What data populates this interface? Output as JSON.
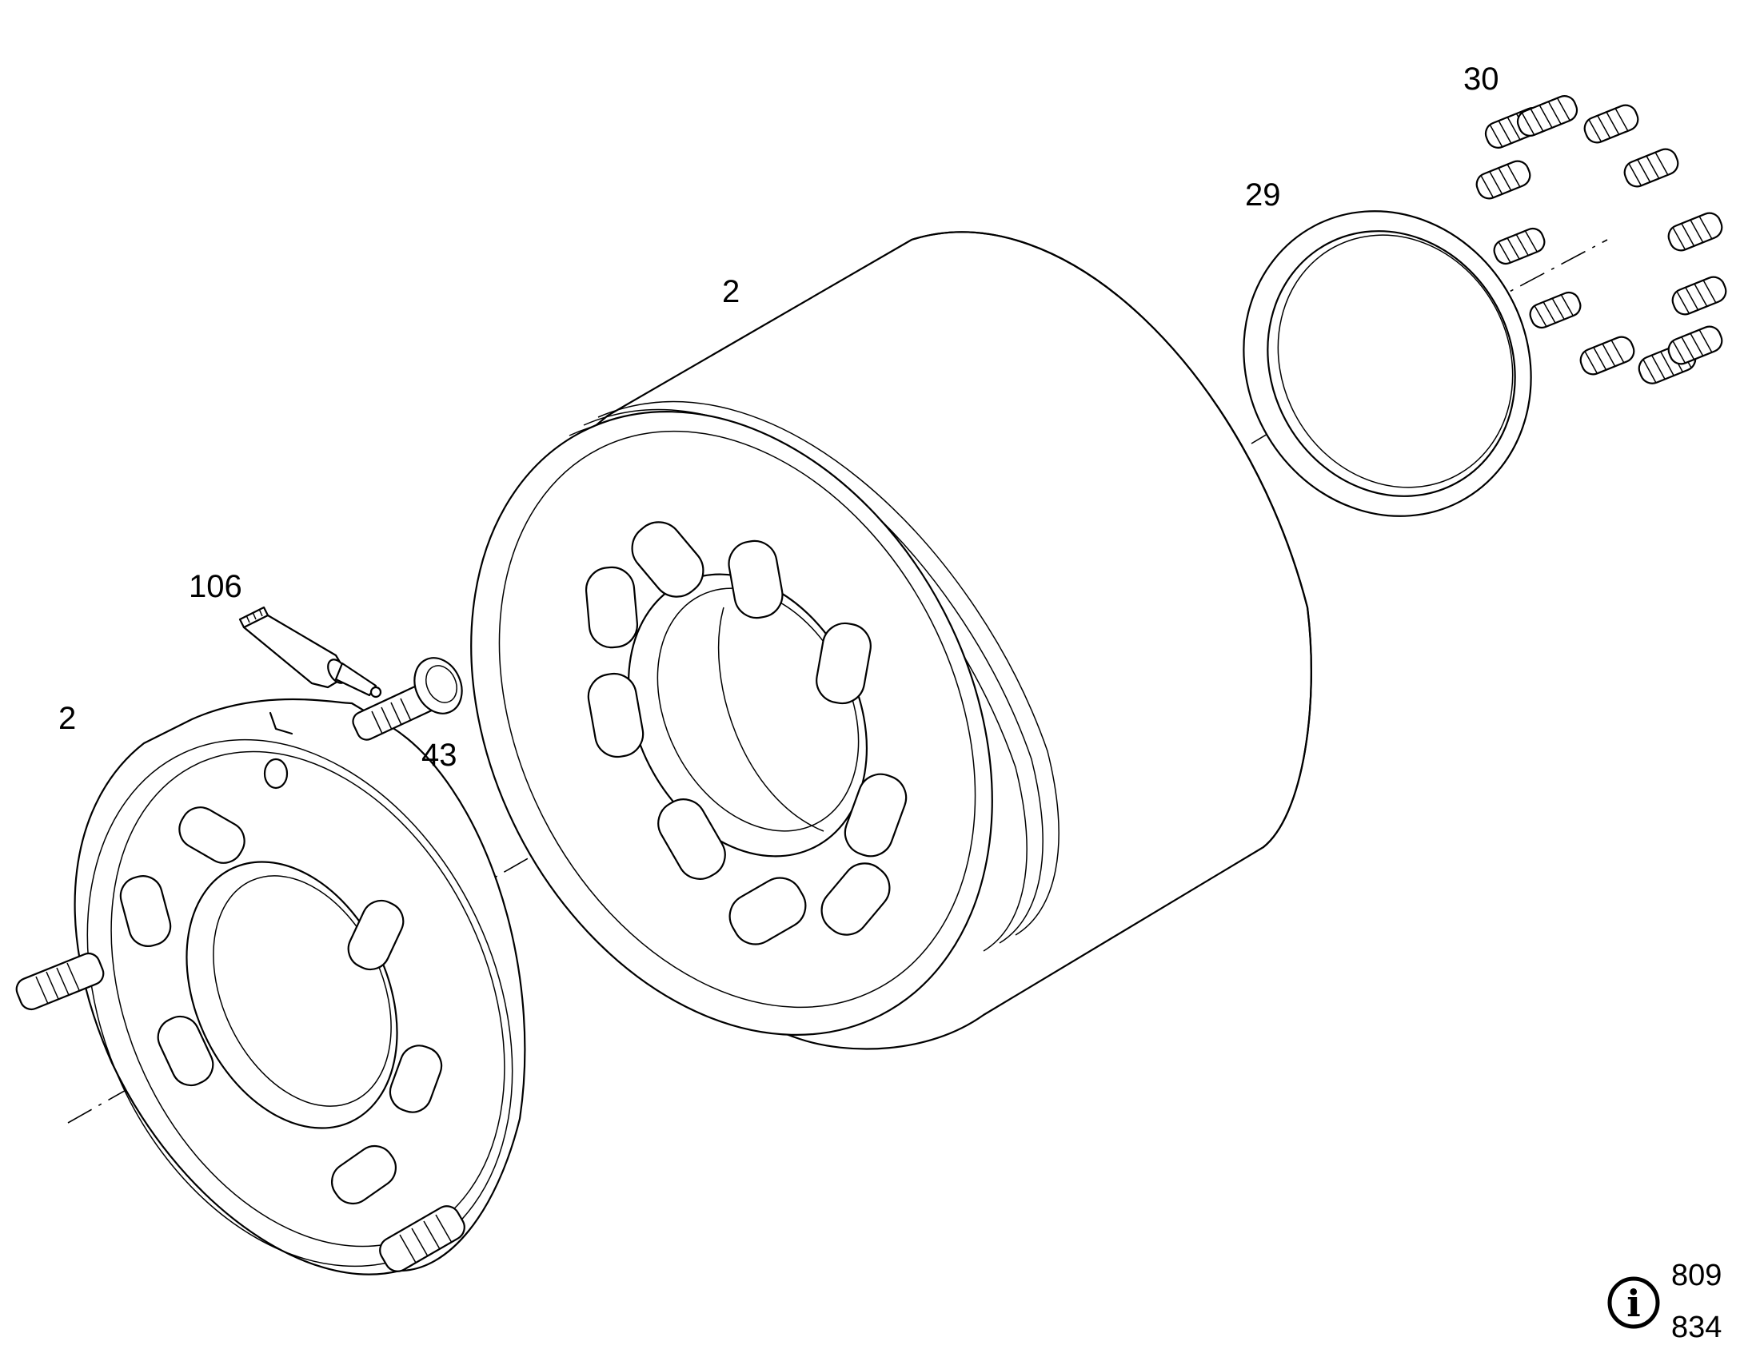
{
  "diagram": {
    "callouts": {
      "spring": "30",
      "thrust_washer": "29",
      "cylinder_block": "2",
      "sealing_compound": "106",
      "valve_plate": "2",
      "screw": "43"
    },
    "info": {
      "icon": "info-circle-icon",
      "refs": [
        "809",
        "834"
      ]
    }
  }
}
